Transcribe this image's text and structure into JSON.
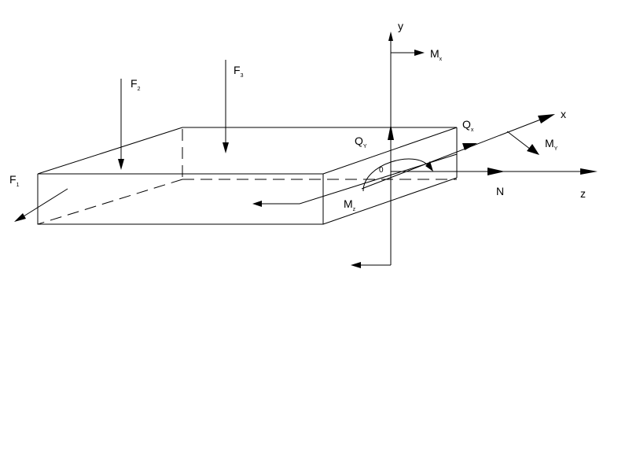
{
  "diagram": {
    "axes": {
      "y": "y",
      "x": "x",
      "z": "z"
    },
    "origin": "0",
    "loads": {
      "F1": {
        "main": "F",
        "sub": "1"
      },
      "F2": {
        "main": "F",
        "sub": "2"
      },
      "F3": {
        "main": "F",
        "sub": "3"
      }
    },
    "internal": {
      "Mx": {
        "main": "M",
        "sub": "x"
      },
      "My": {
        "main": "M",
        "sub": "Y"
      },
      "Mz": {
        "main": "M",
        "sub": "z"
      },
      "Qx": {
        "main": "Q",
        "sub": "x"
      },
      "Qy": {
        "main": "Q",
        "sub": "Y"
      },
      "N": "N"
    }
  }
}
